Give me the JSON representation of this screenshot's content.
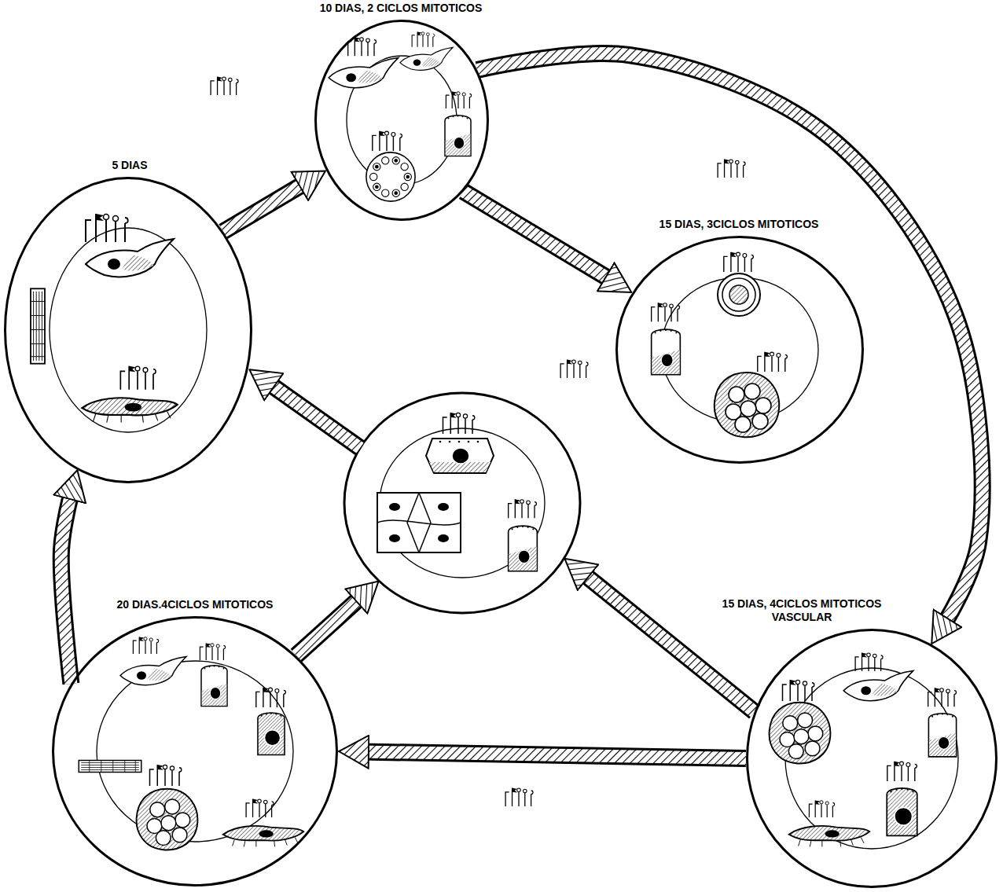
{
  "diagram": {
    "nodes": [
      {
        "text": [
          "5 DIAS"
        ]
      },
      {
        "text": [
          "10 DIAS, 2 CICLOS MITOTICOS"
        ]
      },
      {
        "text": [
          "15 DIAS, 3CICLOS MITOTICOS"
        ]
      },
      {
        "text": [
          "15 DIAS, 4CICLOS MITOTICOS VASCULAR"
        ]
      },
      {
        "text": [
          "20 DIAS.4CICLOS MITOTICOS"
        ]
      }
    ],
    "edges": [
      {
        "from": 0,
        "to": 1,
        "arrow": "to"
      },
      {
        "from": 1,
        "to": 2,
        "arrow": "to"
      },
      {
        "from": 1,
        "to": 3,
        "arrow": "to"
      },
      {
        "from": 3,
        "to": 4,
        "arrow": "to"
      },
      {
        "from": 4,
        "to": 0,
        "arrow": "to"
      }
    ]
  }
}
